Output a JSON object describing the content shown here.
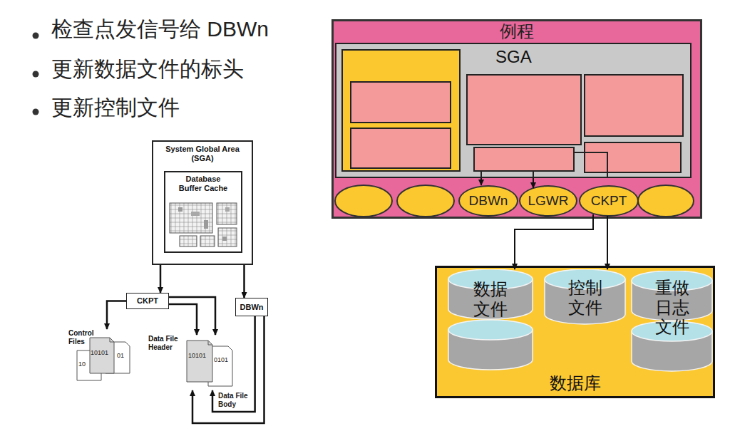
{
  "diagram": {
    "nodes": [
      {
        "text": [
          "System Global Area (SGA)"
        ]
      },
      {
        "text": [
          "Database Buffer Cache"
        ],
        "in": 0
      },
      {
        "text": [
          "CKPT"
        ]
      },
      {
        "text": [
          "DBWn"
        ]
      },
      {
        "text": [
          "Control Files"
        ]
      },
      {
        "text": [
          "Data File Header"
        ]
      },
      {
        "text": [
          "例程"
        ]
      },
      {
        "text": [
          "SGA"
        ],
        "in": 6
      },
      {
        "text": [
          "DBWn"
        ],
        "in": 6
      },
      {
        "text": [
          "LGWR"
        ],
        "in": 6
      },
      {
        "text": [
          "CKPT"
        ],
        "in": 6
      },
      {
        "text": [
          "数据库"
        ]
      },
      {
        "text": [
          "数据 文件"
        ],
        "in": 11
      },
      {
        "text": [
          "控制 文件"
        ],
        "in": 11
      },
      {
        "text": [
          "重做 日志 文件"
        ],
        "in": 11
      }
    ],
    "edges": [
      {
        "from": 0,
        "to": 2,
        "arrow": "to"
      },
      {
        "from": 0,
        "to": 3,
        "arrow": "to"
      },
      {
        "from": 2,
        "to": 4,
        "arrow": "to"
      },
      {
        "from": 2,
        "to": 5,
        "arrow": "to"
      },
      {
        "from": 3,
        "to": 5,
        "arrow": "to"
      },
      {
        "from": 7,
        "to": 8,
        "arrow": "to"
      },
      {
        "from": 7,
        "to": 9,
        "arrow": "to"
      },
      {
        "from": 10,
        "to": 12,
        "arrow": "to"
      },
      {
        "from": 10,
        "to": 13,
        "arrow": "to"
      }
    ],
    "labels": [
      "检查点发信号给 DBWn",
      "更新数据文件的标头",
      "更新控制文件",
      "10",
      "10101",
      "01",
      "10101",
      "0101",
      "Data File Body"
    ]
  }
}
